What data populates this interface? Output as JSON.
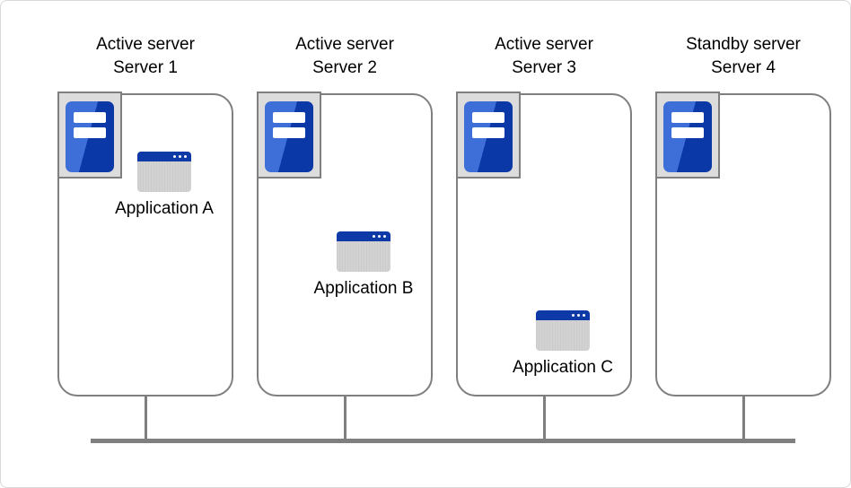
{
  "diagram": {
    "title_semantic": "active-active-standby-server-cluster-diagram",
    "servers": [
      {
        "role": "Active server",
        "name": "Server 1",
        "app": "Application A"
      },
      {
        "role": "Active server",
        "name": "Server 2",
        "app": "Application B"
      },
      {
        "role": "Active server",
        "name": "Server 3",
        "app": "Application C"
      },
      {
        "role": "Standby server",
        "name": "Server 4",
        "app": null
      }
    ],
    "icons": {
      "server": "server-tower-icon",
      "application": "application-window-icon"
    },
    "bus": {
      "name": "network-bus-line"
    },
    "colors": {
      "line_gray": "#7f7f7f",
      "server_blue_light": "#3e6ed8",
      "server_blue_dark": "#0a38a6",
      "app_titlebar_blue": "#0d3aa6",
      "icon_frame_bg": "#dcdcdc",
      "app_body_gray": "#d2d2d2",
      "text_color": "#000000"
    }
  }
}
